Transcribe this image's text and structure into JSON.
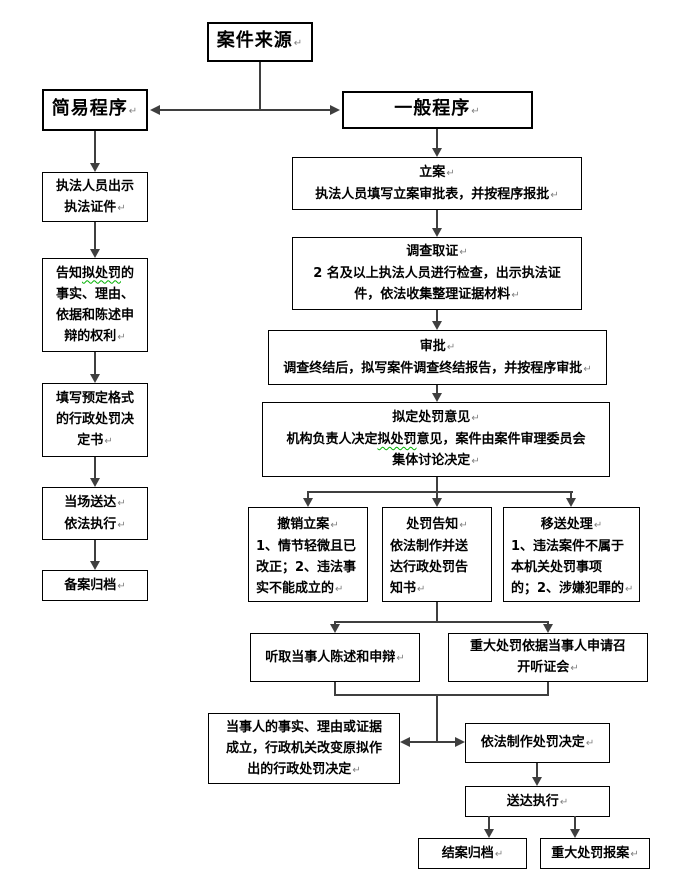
{
  "colors": {
    "background": "#ffffff",
    "box_border": "#000000",
    "connector": "#3f3f3f",
    "text": "#000000",
    "return_mark": "#808080",
    "spellcheck_squiggle": "#00b000"
  },
  "flow": {
    "source": {
      "lines": [
        "案件来源↵"
      ]
    },
    "simple_procedure": {
      "lines": [
        "简易程序↵"
      ]
    },
    "general_procedure": {
      "lines": [
        "一般程序↵"
      ]
    },
    "left": {
      "show_credentials": {
        "lines": [
          "执法人员出示",
          "执法证件↵"
        ]
      },
      "inform": {
        "lines": [
          "告知拟处罚的",
          "事实、理由、",
          "依据和陈述申",
          "辩的权利↵"
        ],
        "squiggle": "拟处罚"
      },
      "fill_decision": {
        "lines": [
          "填写预定格式",
          "的行政处罚决",
          "定书↵"
        ]
      },
      "deliver_onsite": {
        "lines": [
          "当场送达↵",
          "依法执行↵"
        ]
      },
      "file_record": {
        "lines": [
          "备案归档↵"
        ]
      }
    },
    "right": {
      "filing": {
        "lines": [
          "立案↵",
          "执法人员填写立案审批表，并按程序报批↵"
        ]
      },
      "investigation": {
        "lines": [
          "调查取证↵",
          "2 名及以上执法人员进行检查，出示执法证",
          "件，依法收集整理证据材料↵"
        ]
      },
      "approval": {
        "lines": [
          "审批↵",
          "调查终结后，拟写案件调查终结报告，并按程序审批↵"
        ]
      },
      "opinion": {
        "lines": [
          "拟定处罚意见↵",
          "机构负责人决定拟处罚意见，案件由案件审理委员会",
          "集体讨论决定↵"
        ],
        "squiggle": "拟处罚"
      },
      "revoke": {
        "lines": [
          "撤销立案↵"
        ],
        "body_lines": [
          "1、情节轻微且已",
          "改正；2、违法事",
          "实不能成立的↵"
        ]
      },
      "notify": {
        "lines": [
          "处罚告知↵"
        ],
        "body_lines": [
          "依法制作并送",
          "达行政处罚告",
          "知书↵"
        ]
      },
      "transfer": {
        "lines": [
          "移送处理↵"
        ],
        "body_lines": [
          "1、违法案件不属于",
          "本机关处罚事项",
          "的；2、涉嫌犯罪的↵"
        ]
      },
      "hear_statement": {
        "lines": [
          "听取当事人陈述和申辩↵"
        ]
      },
      "hearing": {
        "lines": [
          "重大处罚依据当事人申请召",
          "开听证会↵"
        ]
      },
      "change_decision": {
        "lines": [
          "当事人的事实、理由或证据",
          "成立，行政机关改变原拟作",
          "出的行政处罚决定↵"
        ]
      },
      "make_decision": {
        "lines": [
          "依法制作处罚决定↵"
        ]
      },
      "deliver_execute": {
        "lines": [
          "送达执行↵"
        ]
      },
      "close_file": {
        "lines": [
          "结案归档↵"
        ]
      },
      "major_report": {
        "lines": [
          "重大处罚报案↵"
        ]
      }
    }
  }
}
